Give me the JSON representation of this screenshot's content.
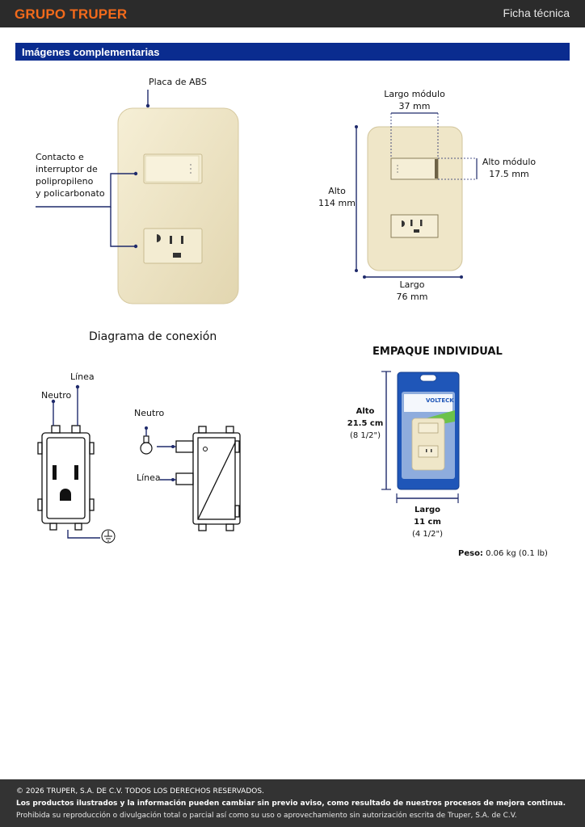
{
  "header": {
    "brand": "GRUPO TRUPER",
    "doc_type": "Ficha técnica"
  },
  "section": {
    "title": "Imágenes complementarias"
  },
  "product_labels": {
    "plate": "Placa de ABS",
    "contact_line1": "Contacto e",
    "contact_line2": "interruptor de",
    "contact_line3": "polipropileno",
    "contact_line4": "y policarbonato"
  },
  "dimensions": {
    "module_length_label": "Largo módulo",
    "module_length_value": "37 mm",
    "module_height_label": "Alto módulo",
    "module_height_value": "17.5 mm",
    "height_label": "Alto",
    "height_value": "114 mm",
    "length_label": "Largo",
    "length_value": "76 mm"
  },
  "diagram": {
    "title": "Diagrama de conexión",
    "neutral_1": "Neutro",
    "line_1": "Línea",
    "neutral_2": "Neutro",
    "line_2": "Línea"
  },
  "package": {
    "title": "EMPAQUE INDIVIDUAL",
    "height_label": "Alto",
    "height_value": "21.5 cm",
    "height_inches": "(8 1/2\")",
    "length_label": "Largo",
    "length_value": "11 cm",
    "length_inches": "(4 1/2\")",
    "brand_on_pack": "VOLTECK",
    "weight_label": "Peso:",
    "weight_value": "0.06 kg (0.1 lb)"
  },
  "footer": {
    "copyright": "© 2026 TRUPER, S.A. DE C.V. TODOS LOS DERECHOS RESERVADOS.",
    "notice": "Los productos ilustrados y la información pueden cambiar sin previo aviso, como resultado de nuestros procesos de mejora continua.",
    "prohibition": "Prohibida su reproducción o divulgación total o parcial así como su uso o aprovechamiento sin autorización escrita de Truper, S.A. de C.V."
  },
  "colors": {
    "brand_orange": "#f26a1b",
    "section_blue": "#0a2c8f",
    "callout_navy": "#1f2a6b",
    "plate_ivory": "#efe6c8"
  }
}
